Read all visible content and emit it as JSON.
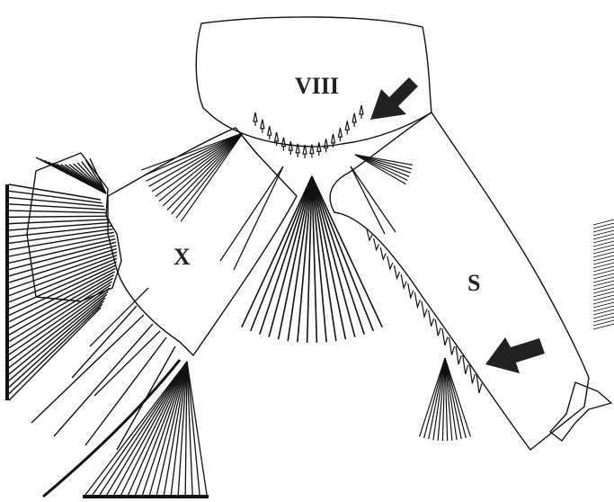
{
  "labels": {
    "segment_viii": "VIII",
    "segment_x": "X",
    "siphon": "S"
  },
  "colors": {
    "ink": "#111111",
    "background": "#ffffff"
  }
}
